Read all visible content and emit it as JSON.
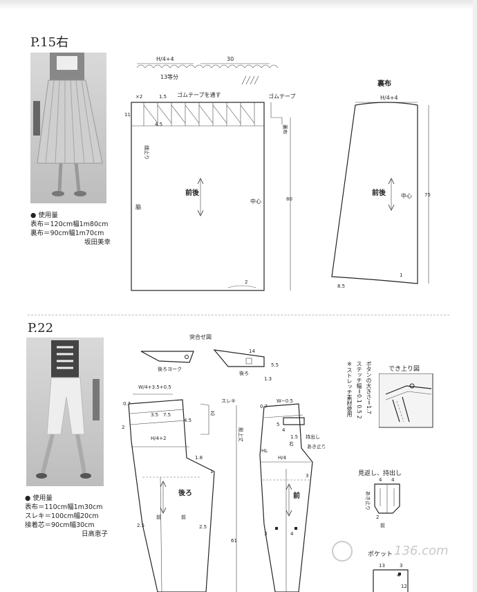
{
  "sections": [
    {
      "title": "P.15右",
      "materials_heading": "使用量",
      "materials": [
        "表布＝120cm幅1m80cm",
        "裏布＝90cm幅1m70cm"
      ],
      "author": "坂田美幸",
      "pattern_labels": {
        "top_formula": "H/4+4",
        "top_length": "30",
        "pleats": "13等分",
        "x2": "×2",
        "m15": "1.5",
        "elastic_through": "ゴムテープを通す",
        "elastic": "ゴムテープ",
        "lining_side": "裏布",
        "m11": "11",
        "m45": "4.5",
        "stitch_stop": "縫止り",
        "front_back": "前後",
        "center": "中心",
        "side": "脇",
        "m80": "80",
        "m2": "2"
      },
      "lining_labels": {
        "title": "裏布",
        "formula": "H/4+4",
        "front_back": "前後",
        "center": "中心",
        "m75": "75",
        "m85": "8.5",
        "m1": "1"
      }
    },
    {
      "title": "P.22",
      "materials_heading": "使用量",
      "materials": [
        "表布＝110cm幅1m30cm",
        "スレキ＝100cm幅20cm",
        "接着芯＝90cm幅30cm"
      ],
      "author": "日高恵子",
      "pattern_labels": {
        "assembly": "突合せ図",
        "back_yoke": "後ろヨーク",
        "back": "後ろ",
        "front": "前",
        "m14": "14",
        "m55": "5.5",
        "m13": "1.3",
        "w_back": "W/4+3.5+0.5",
        "w_front": "W−0.5",
        "m07": "0.7",
        "m35": "3.5",
        "m75": "7.5",
        "m45": "4.5",
        "m2": "2",
        "h_back": "H/4+2",
        "h_front": "H/4",
        "sleki": "スレキ",
        "core": "芯",
        "rise": "股上丈",
        "hl": "HL",
        "fly": "持出し",
        "open_stop": "あき止り",
        "right": "右",
        "m18": "1.8",
        "m3": "3",
        "m4": "4",
        "m1": "1",
        "m25": "2.5",
        "m61": "61",
        "m5": "5",
        "m15": "1.5"
      },
      "notes": [
        "ボタンの大きさ＝1.7",
        "ステッチ幅＝0.1 0.5 2",
        "※ストレッチ素材使用"
      ],
      "finished": "でき上り図",
      "facing": "見返し、持出し",
      "pocket": "ポケット",
      "facing_labels": {
        "m4a": "4",
        "m4b": "4",
        "open_stop": "あき止り",
        "m2": "2",
        "front": "前"
      },
      "pocket_labels": {
        "m13": "13",
        "m3": "3",
        "m4": "4",
        "m12": "12"
      }
    }
  ],
  "watermark": "136.com"
}
